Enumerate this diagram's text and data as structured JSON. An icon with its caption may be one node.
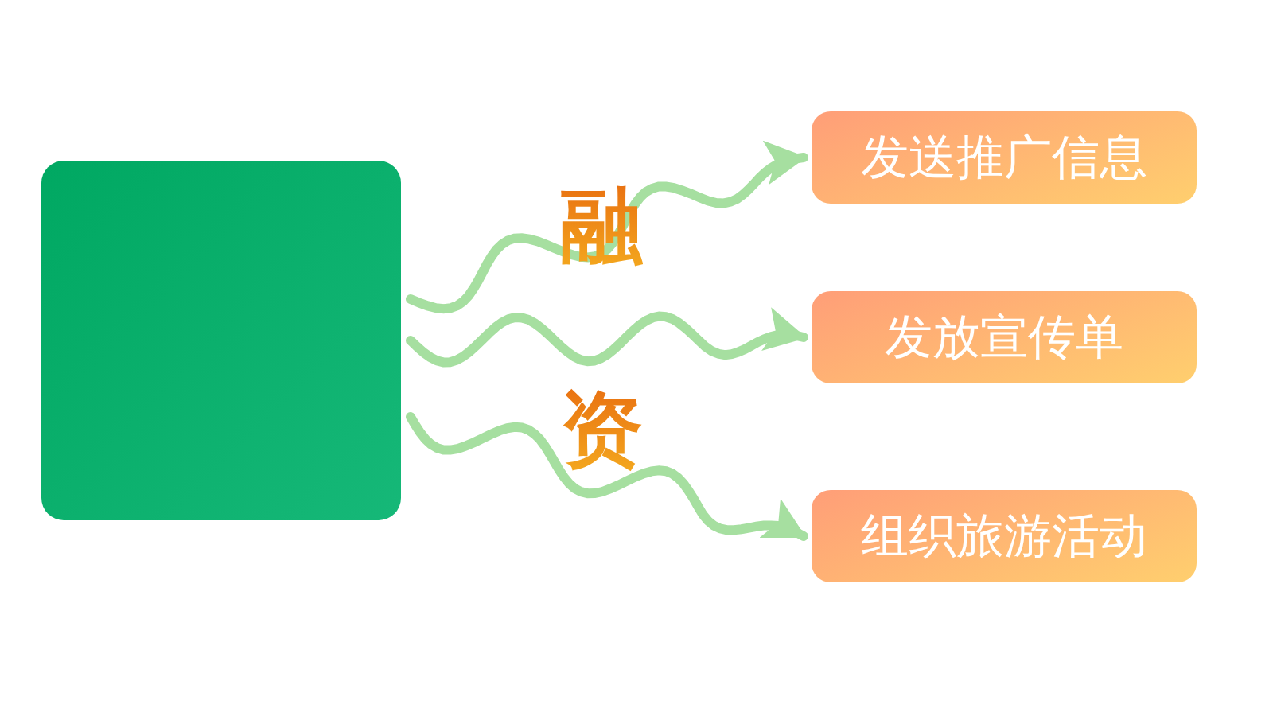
{
  "diagram": {
    "nodes": [
      {
        "text": [],
        "shape": "box"
      },
      {
        "text": [
          "发送推广信息"
        ]
      },
      {
        "text": [
          "发放宣传单"
        ]
      },
      {
        "text": [
          "组织旅游活动"
        ]
      }
    ],
    "edges": [
      {
        "from": 0,
        "to": 1,
        "arrow": "to"
      },
      {
        "from": 0,
        "to": 2,
        "arrow": "to"
      },
      {
        "from": 0,
        "to": 3,
        "arrow": "to"
      }
    ],
    "labels": [
      "融",
      "资"
    ]
  }
}
